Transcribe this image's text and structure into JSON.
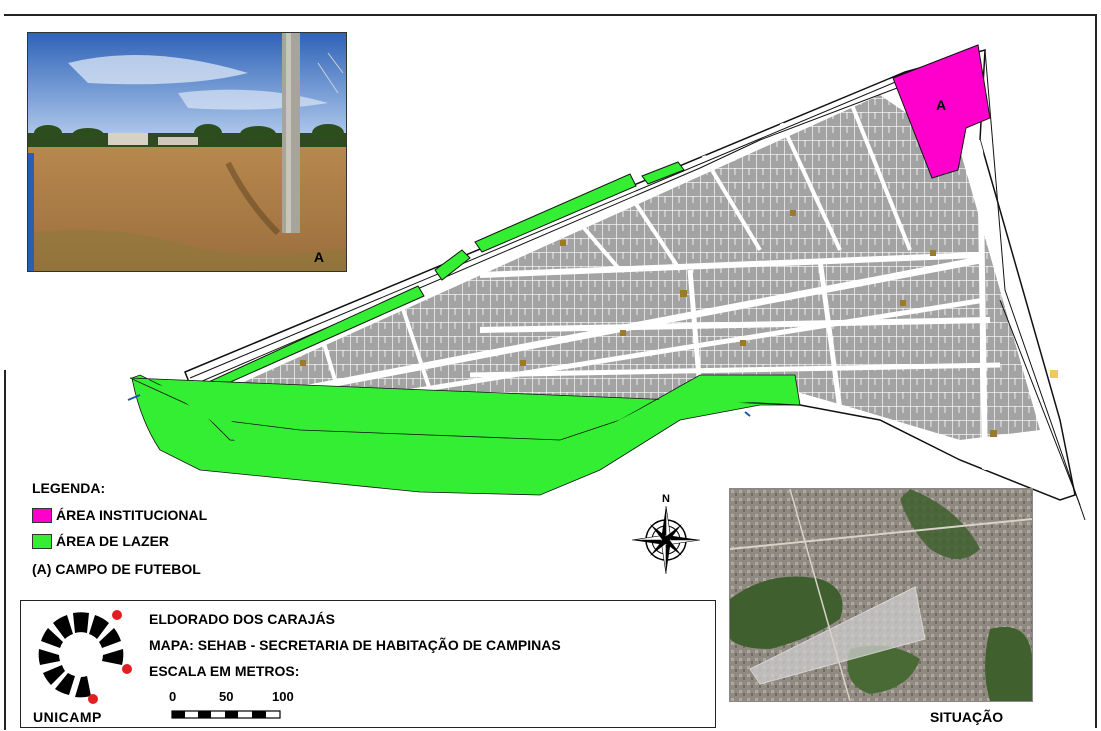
{
  "photo": {
    "label": "A"
  },
  "map": {
    "institutional_label": "A",
    "colors": {
      "institutional": "#ff00cc",
      "leisure": "#33ee33",
      "lots": "#9a9a9a",
      "roads": "#ffffff"
    }
  },
  "legend": {
    "title": "LEGENDA:",
    "items": [
      {
        "color": "#ff00cc",
        "label": "ÁREA INSTITUCIONAL"
      },
      {
        "color": "#33ee33",
        "label": "ÁREA DE LAZER"
      }
    ],
    "note": "(A) CAMPO DE FUTEBOL"
  },
  "compass": {
    "north": "N"
  },
  "situation": {
    "label": "SITUAÇÃO"
  },
  "info": {
    "title": "ELDORADO DOS CARAJÁS",
    "map_source": "MAPA: SEHAB - SECRETARIA DE HABITAÇÃO DE CAMPINAS",
    "scale_title": "ESCALA EM METROS:",
    "scale_marks": [
      "0",
      "50",
      "100"
    ],
    "logo_text": "UNICAMP"
  }
}
